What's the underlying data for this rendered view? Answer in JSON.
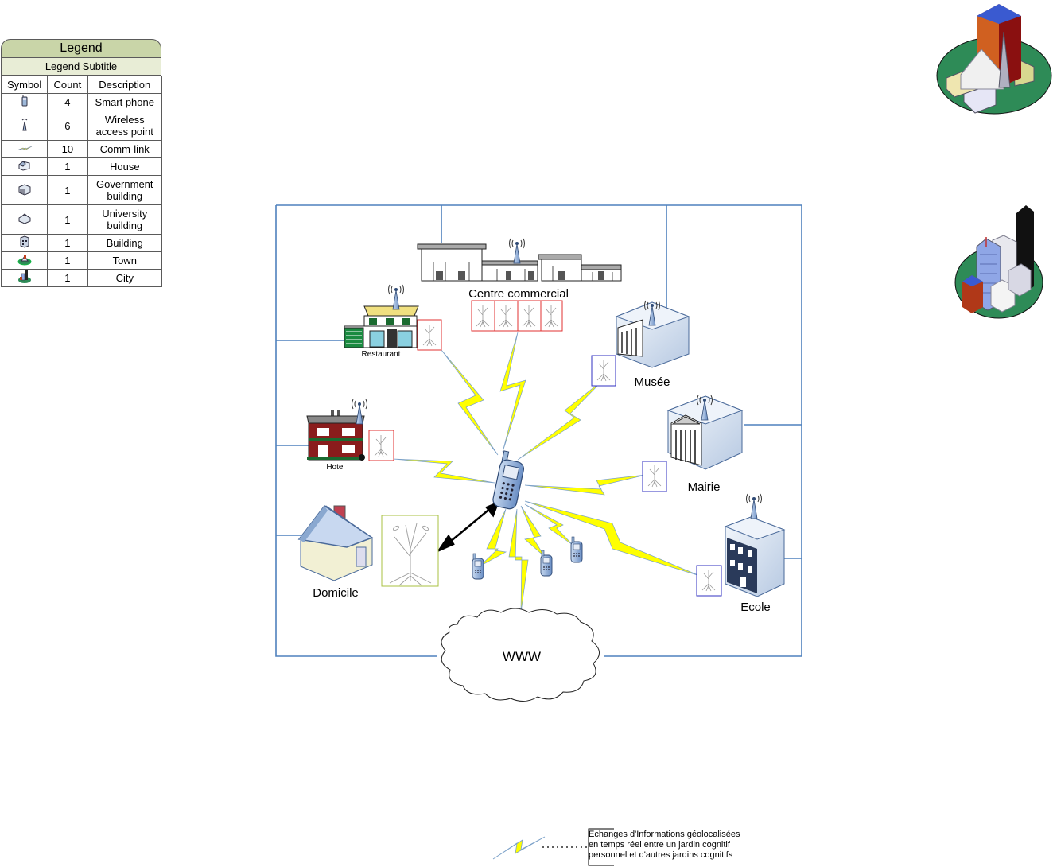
{
  "legend": {
    "title": "Legend",
    "subtitle": "Legend Subtitle",
    "headers": {
      "symbol": "Symbol",
      "count": "Count",
      "description": "Description"
    },
    "rows": [
      {
        "icon": "smart-phone-icon",
        "count": "4",
        "description": "Smart phone"
      },
      {
        "icon": "wireless-access-point-icon",
        "count": "6",
        "description": "Wireless access point"
      },
      {
        "icon": "comm-link-icon",
        "count": "10",
        "description": "Comm-link"
      },
      {
        "icon": "house-icon",
        "count": "1",
        "description": "House"
      },
      {
        "icon": "government-building-icon",
        "count": "1",
        "description": "Government building"
      },
      {
        "icon": "university-building-icon",
        "count": "1",
        "description": "University building"
      },
      {
        "icon": "building-icon",
        "count": "1",
        "description": "Building"
      },
      {
        "icon": "town-icon",
        "count": "1",
        "description": "Town"
      },
      {
        "icon": "city-icon",
        "count": "1",
        "description": "City"
      }
    ]
  },
  "labels": {
    "centre_commercial": "Centre commercial",
    "restaurant": "Restaurant",
    "musee": "Musée",
    "hotel": "Hotel",
    "mairie": "Mairie",
    "domicile": "Domicile",
    "ecole": "Ecole",
    "www": "WWW"
  },
  "note": {
    "lines": [
      "Echanges d'Informations géolocalisées",
      "en temps réel entre un jardin cognitif",
      "personnel et d'autres jardins cognitifs"
    ]
  },
  "colors": {
    "frame": "#4f81bd",
    "bolt": "#ffff00",
    "red_box": "#e03030",
    "blue_box": "#3030c0",
    "green_box": "#a8c040",
    "lawn": "#2e8b57"
  }
}
